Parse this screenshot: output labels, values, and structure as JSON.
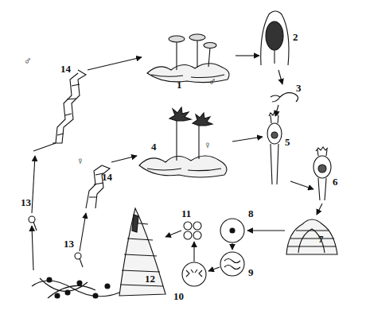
{
  "diagram": {
    "labels": [
      "♂",
      "14",
      "1",
      "♂",
      "2",
      "3",
      "4",
      "♀",
      "5",
      "6",
      "7",
      "8",
      "9",
      "10",
      "11",
      "12",
      "13",
      "14",
      "♀",
      "13"
    ]
  }
}
